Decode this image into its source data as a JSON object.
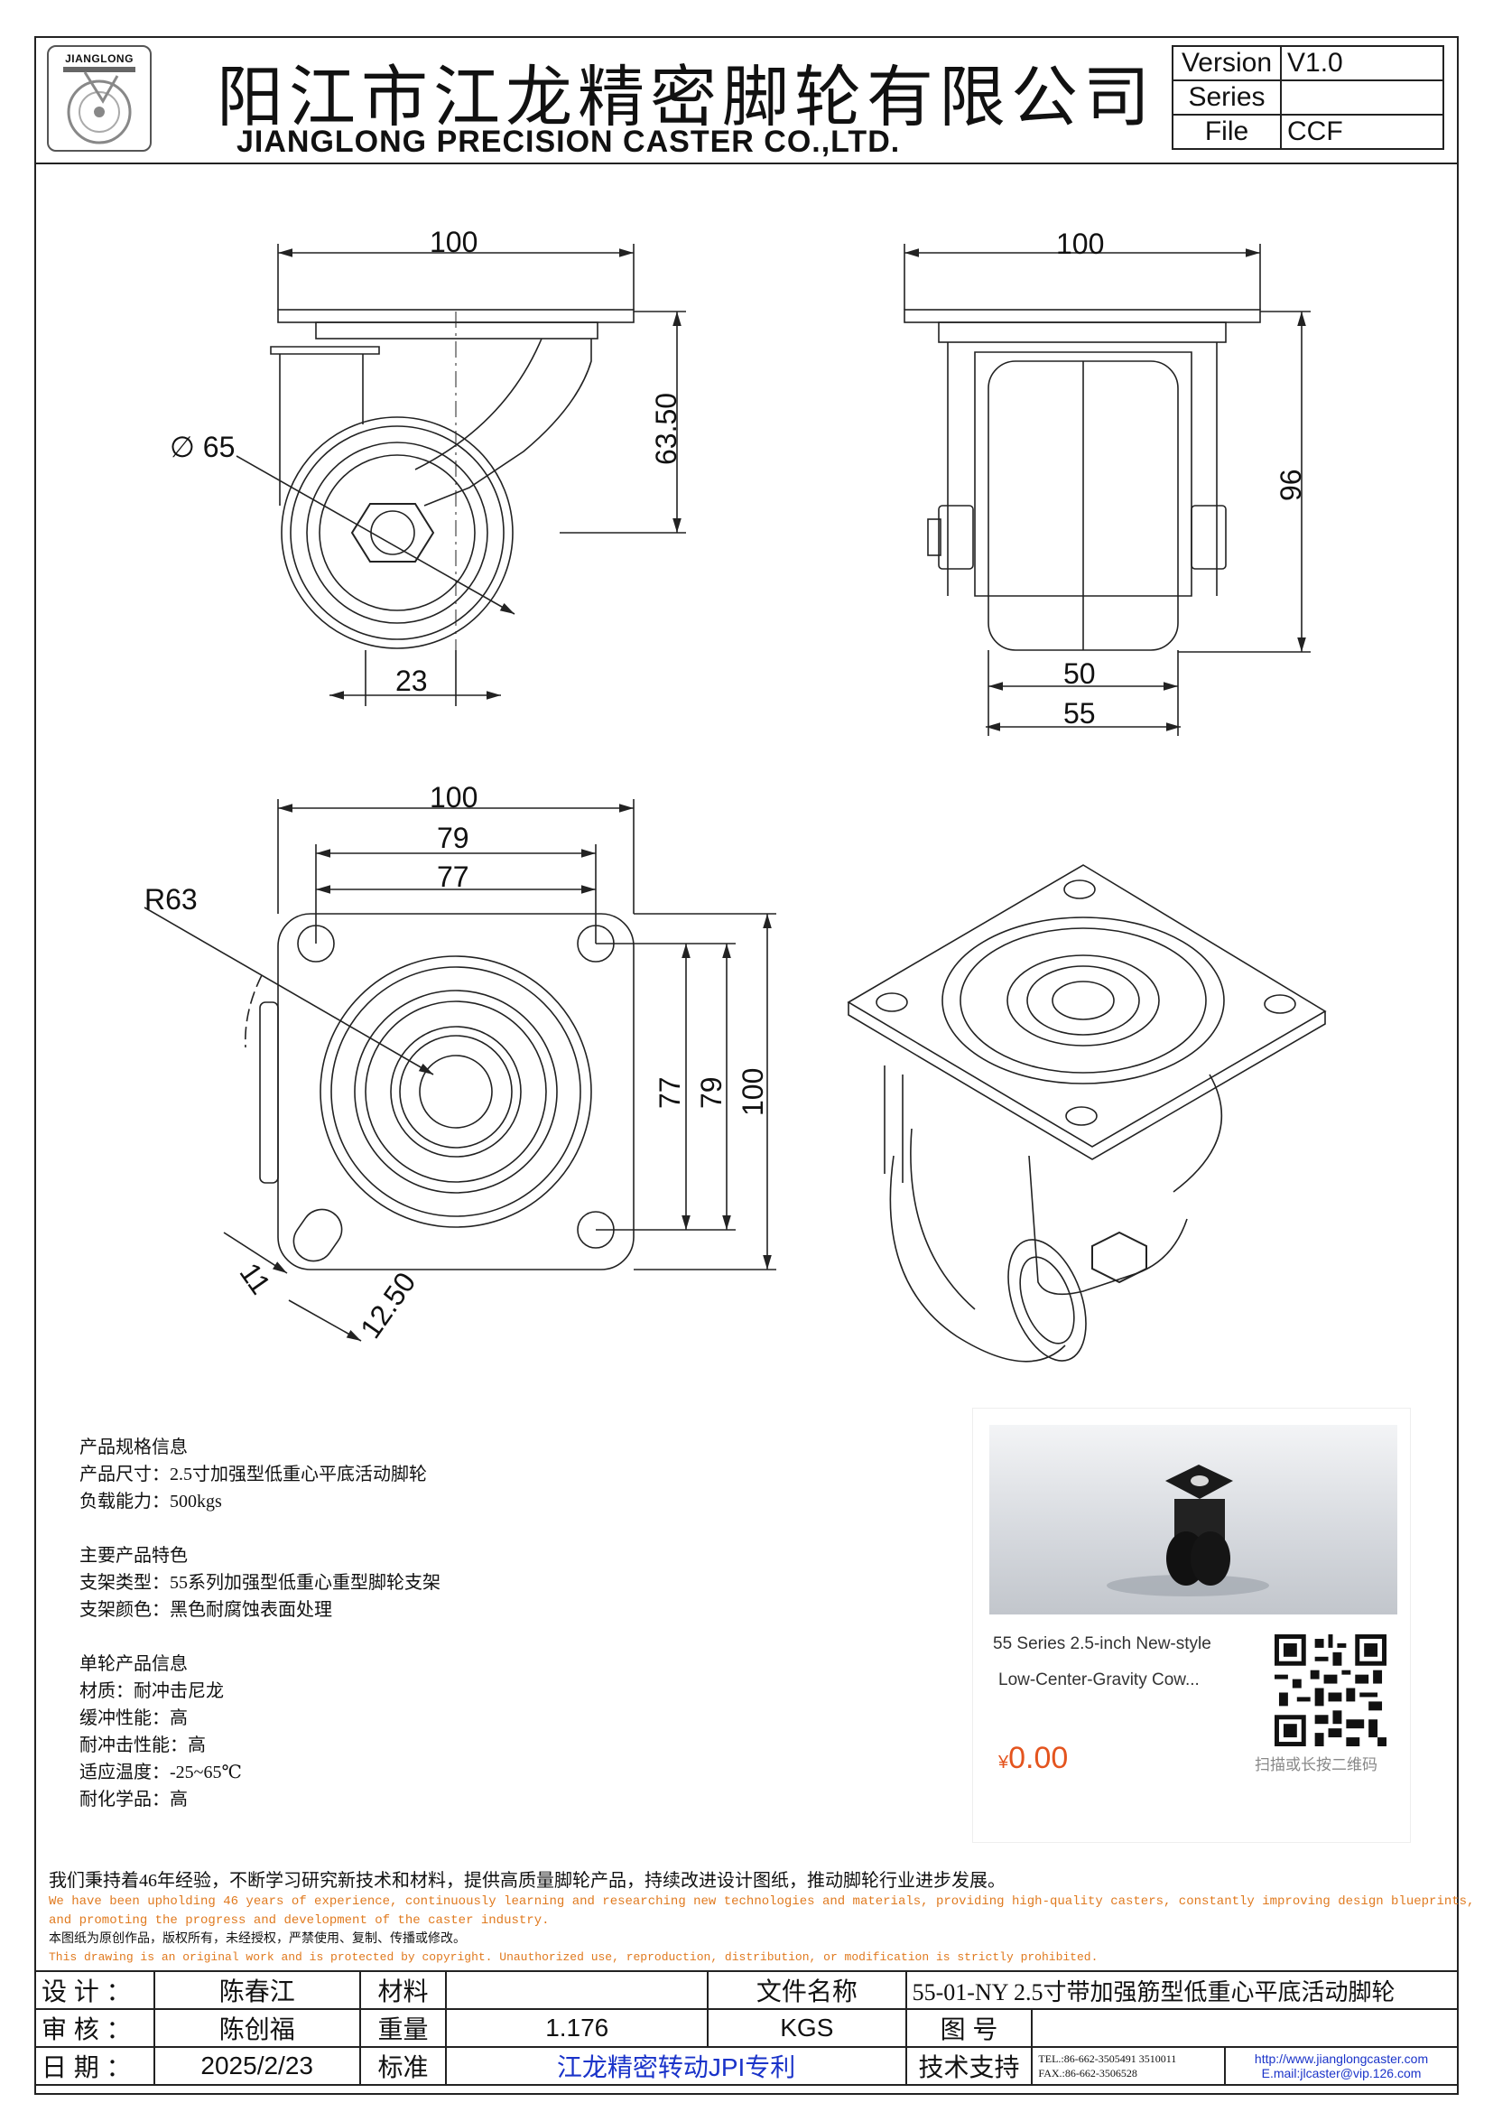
{
  "header": {
    "company_cn": "阳江市江龙精密脚轮有限公司",
    "company_en": "JIANGLONG PRECISION CASTER CO.,LTD.",
    "logo_text": "JIANGLONG",
    "version_label": "Version",
    "version_value": "V1.0",
    "series_label": "Series",
    "series_value": "",
    "file_label": "File",
    "file_value": "CCF"
  },
  "dimensions": {
    "side_width": "100",
    "side_height": "63.50",
    "side_wheel_dia": "∅ 65",
    "side_offset": "23",
    "front_width": "100",
    "front_height": "96",
    "front_wheel_width": "50",
    "front_fork_width": "55",
    "top_width": "100",
    "top_hole_outer": "79",
    "top_hole_inner": "77",
    "top_radius": "R63",
    "top_v_inner": "77",
    "top_v_outer": "79",
    "top_v_total": "100",
    "slot_width": "11",
    "slot_length": "12.50"
  },
  "specs": {
    "section1_title": "产品规格信息",
    "size": "产品尺寸：2.5寸加强型低重心平底活动脚轮",
    "load": "负载能力：500kgs",
    "section2_title": "主要产品特色",
    "bracket_type": "支架类型：55系列加强型低重心重型脚轮支架",
    "bracket_color": "支架颜色：黑色耐腐蚀表面处理",
    "section3_title": "单轮产品信息",
    "material": "材质：耐冲击尼龙",
    "cushion": "缓冲性能：高",
    "impact": "耐冲击性能：高",
    "temp": "适应温度：-25~65℃",
    "chem": "耐化学品：高"
  },
  "card": {
    "caption1": "55 Series 2.5-inch New-style",
    "caption2": "Low-Center-Gravity Cow...",
    "currency": "¥",
    "price": "0.00",
    "qr_label": "扫描或长按二维码"
  },
  "notes": {
    "cn_line": "我们秉持着46年经验，不断学习研究新技术和材料，提供高质量脚轮产品，持续改进设计图纸，推动脚轮行业进步发展。",
    "en_line1": "We have been upholding 46 years of experience, continuously learning and researching new technologies and materials, providing high-quality casters, constantly improving design blueprints,",
    "en_line2": "and promoting the progress and development of the caster industry.",
    "cn_copyright": "本图纸为原创作品，版权所有，未经授权，严禁使用、复制、传播或修改。",
    "en_copyright": "This drawing is an original work and is protected by copyright. Unauthorized use, reproduction, distribution, or modification is strictly prohibited."
  },
  "titleblock": {
    "design_label": "设 计 ：",
    "design_value": "陈春江",
    "material_label": "材料",
    "material_value": "",
    "filename_label": "文件名称",
    "filename_value": "55-01-NY 2.5寸带加强筋型低重心平底活动脚轮",
    "review_label": "审 核 ：",
    "review_value": "陈创福",
    "weight_label": "重量",
    "weight_value": "1.176",
    "weight_unit": "KGS",
    "drawing_no_label": "图      号",
    "drawing_no_value": "",
    "date_label": "日 期 ：",
    "date_value": "2025/2/23",
    "standard_label": "标准",
    "standard_value": "江龙精密转动JPI专利",
    "support_label": "技术支持",
    "tel": "TEL.:86-662-3505491 3510011",
    "fax": "FAX.:86-662-3506528",
    "website": "http://www.jianglongcaster.com",
    "email": "E.mail:jlcaster@vip.126.com"
  }
}
